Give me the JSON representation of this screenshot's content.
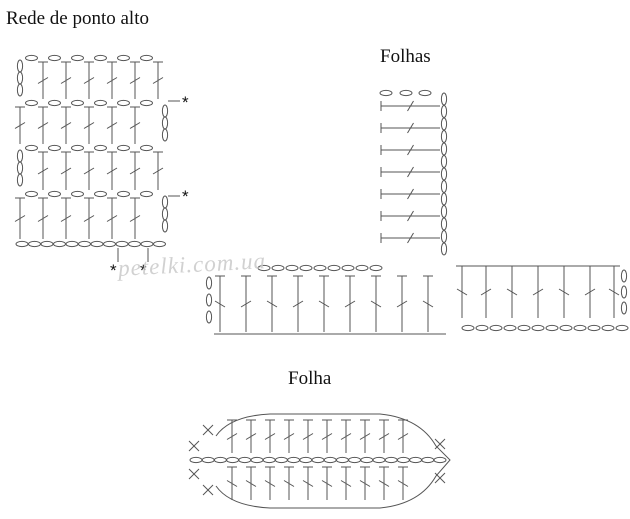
{
  "titles": {
    "rede": "Rede de ponto alto",
    "folhas": "Folhas",
    "folha": "Folha"
  },
  "watermark": "petelki.com.ua",
  "markers": {
    "star": "*"
  },
  "colors": {
    "ink": "#111111",
    "stroke": "#555555",
    "watermark": "#c9c9c9"
  },
  "symbols": [
    "chain-oval",
    "double-crochet",
    "slip-stitch-cross",
    "repeat-marker"
  ]
}
